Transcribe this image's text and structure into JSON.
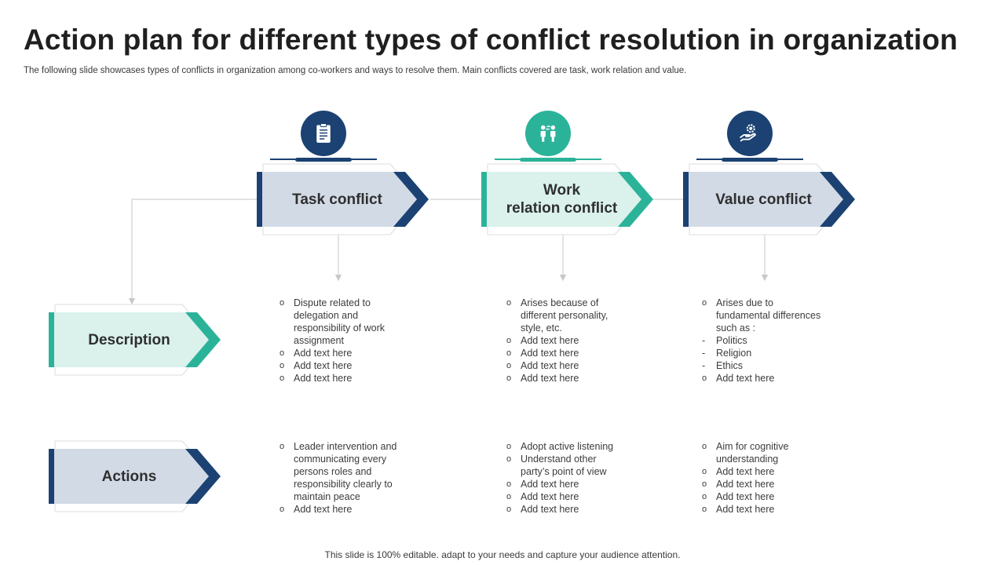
{
  "header": {
    "title": "Action plan for different types of conflict resolution in organization",
    "subtitle": "The following slide showcases types of conflicts in organization among co-workers and ways to resolve them. Main conflicts covered are task, work relation and value."
  },
  "columns": [
    {
      "label": "Task conflict",
      "icon": "clipboard-icon",
      "color": "#1b4272",
      "fill": "#d2dae6"
    },
    {
      "label_line1": "Work",
      "label_line2": "relation conflict",
      "icon": "people-exchange-icon",
      "color": "#2bb39a",
      "fill": "#daf1ec"
    },
    {
      "label": "Value conflict",
      "icon": "hand-gear-icon",
      "color": "#1b4272",
      "fill": "#d2dae6"
    }
  ],
  "rows": {
    "description": {
      "label": "Description",
      "color": "#2bb39a",
      "fill": "#daf1ec"
    },
    "actions": {
      "label": "Actions",
      "color": "#1b4272",
      "fill": "#d2dae6"
    }
  },
  "cells": {
    "description": [
      [
        {
          "m": "o",
          "t": "Dispute related to"
        },
        {
          "m": "",
          "t": "delegation and"
        },
        {
          "m": "",
          "t": "responsibility of work"
        },
        {
          "m": "",
          "t": "assignment"
        },
        {
          "m": "o",
          "t": "Add text here"
        },
        {
          "m": "o",
          "t": "Add text here"
        },
        {
          "m": "o",
          "t": "Add text here"
        }
      ],
      [
        {
          "m": "o",
          "t": "Arises because of"
        },
        {
          "m": "",
          "t": "different personality,"
        },
        {
          "m": "",
          "t": "style, etc."
        },
        {
          "m": "o",
          "t": "Add text here"
        },
        {
          "m": "o",
          "t": "Add text here"
        },
        {
          "m": "o",
          "t": "Add text here"
        },
        {
          "m": "o",
          "t": "Add text here"
        }
      ],
      [
        {
          "m": "o",
          "t": "Arises due to"
        },
        {
          "m": "",
          "t": "fundamental differences"
        },
        {
          "m": "",
          "t": "such as :"
        },
        {
          "m": "-",
          "t": "Politics"
        },
        {
          "m": "-",
          "t": "Religion"
        },
        {
          "m": "-",
          "t": "Ethics"
        },
        {
          "m": "o",
          "t": "Add text here"
        }
      ]
    ],
    "actions": [
      [
        {
          "m": "o",
          "t": "Leader intervention and"
        },
        {
          "m": "",
          "t": "communicating every"
        },
        {
          "m": "",
          "t": "persons roles and"
        },
        {
          "m": "",
          "t": "responsibility clearly to"
        },
        {
          "m": "",
          "t": "maintain peace"
        },
        {
          "m": "o",
          "t": "Add text here"
        }
      ],
      [
        {
          "m": "o",
          "t": "Adopt active listening"
        },
        {
          "m": "o",
          "t": "Understand other"
        },
        {
          "m": "",
          "t": "party’s point of view"
        },
        {
          "m": "o",
          "t": "Add text here"
        },
        {
          "m": "o",
          "t": "Add text here"
        },
        {
          "m": "o",
          "t": "Add text here"
        }
      ],
      [
        {
          "m": "o",
          "t": "Aim for cognitive"
        },
        {
          "m": "",
          "t": "understanding"
        },
        {
          "m": "o",
          "t": "Add text here"
        },
        {
          "m": "o",
          "t": "Add text here"
        },
        {
          "m": "o",
          "t": "Add text here"
        },
        {
          "m": "o",
          "t": "Add text here"
        }
      ]
    ]
  },
  "footer": "This slide is 100% editable. adapt to your needs and capture your audience attention."
}
